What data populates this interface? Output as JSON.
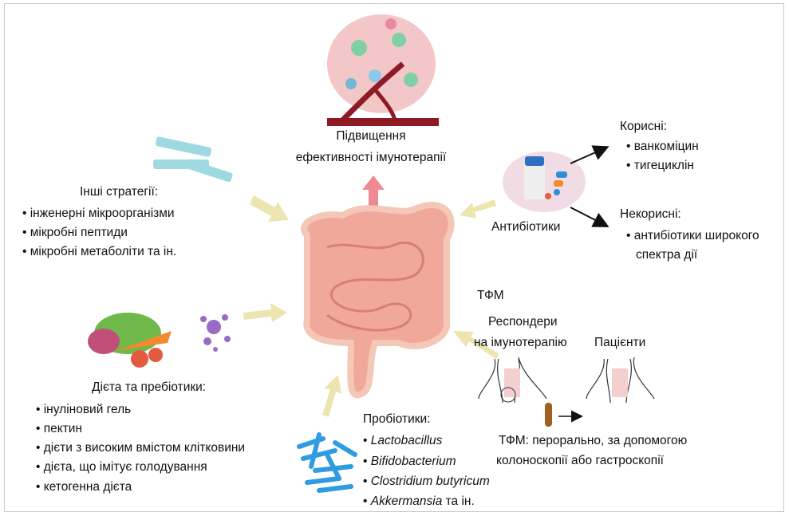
{
  "immunotherapy": {
    "line1": "Підвищення",
    "line2": "ефективності імунотерапії"
  },
  "other_strategies": {
    "title": "Інші стратегії:",
    "items": [
      "інженерні мікроорганізми",
      "мікробні пептиди",
      "мікробні метаболіти та ін."
    ]
  },
  "antibiotics": {
    "label": "Антибіотики",
    "useful": {
      "title": "Корисні:",
      "items": [
        "ванкоміцин",
        "тигециклін"
      ]
    },
    "harmful": {
      "title": "Некорисні:",
      "items": [
        "антибіотики широкого",
        "спектра дії"
      ]
    }
  },
  "fmt": {
    "title": "ТФМ",
    "responders_1": "Респондери",
    "responders_2": "на імунотерапію",
    "patients": "Пацієнти",
    "note_1": "ТФМ: перорально, за допомогою",
    "note_2": "колоноскопії або гастроскопії"
  },
  "diet": {
    "title": "Дієта та пребіотики:",
    "items": [
      "інуліновий гель",
      "пектин",
      "дієти з високим вмістом клітковини",
      "дієта, що імітує голодування",
      "кетогенна дієта"
    ]
  },
  "probiotics": {
    "title": "Пробіотики:",
    "items": [
      "Lactobacillus",
      "Bifidobacterium",
      "Clostridium butyricum",
      "Akkermansia"
    ],
    "suffix": " та ін."
  },
  "colors": {
    "arrow": "#ece5b0",
    "up_arrow": "#ee8a93",
    "gut": "#f0a89a"
  }
}
